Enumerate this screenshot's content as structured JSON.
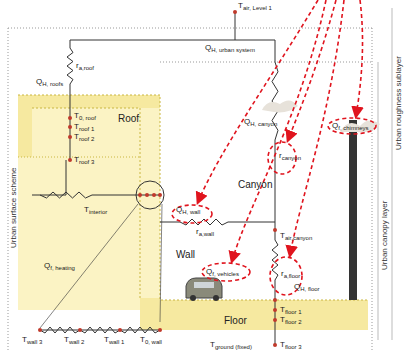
{
  "diagram": {
    "labels": [
      "Tair, Level 1",
      "QH, urban system",
      "QH, roofs",
      "ra,roof",
      "T0, roof",
      "Troof 1",
      "Troof 2",
      "Troof 3",
      "Roof",
      "Tinterior",
      "Qf, heating",
      "QH, wall",
      "ra,wall",
      "Wall",
      "Qf, vehicles",
      "QH, canyon",
      "rcanyon",
      "Canyon",
      "Qf, chimneys",
      "Tair,canyon",
      "ra,floor",
      "QH, floor",
      "Floor",
      "Tfloor 1",
      "Tfloor 2",
      "Tground (fixed)",
      "Tfloor 3",
      "Twall 3",
      "Twall 2",
      "Twall 1",
      "T0, wall",
      "Urban surface scheme",
      "Urban canopy layer",
      "Urban roughness sublayer"
    ]
  }
}
